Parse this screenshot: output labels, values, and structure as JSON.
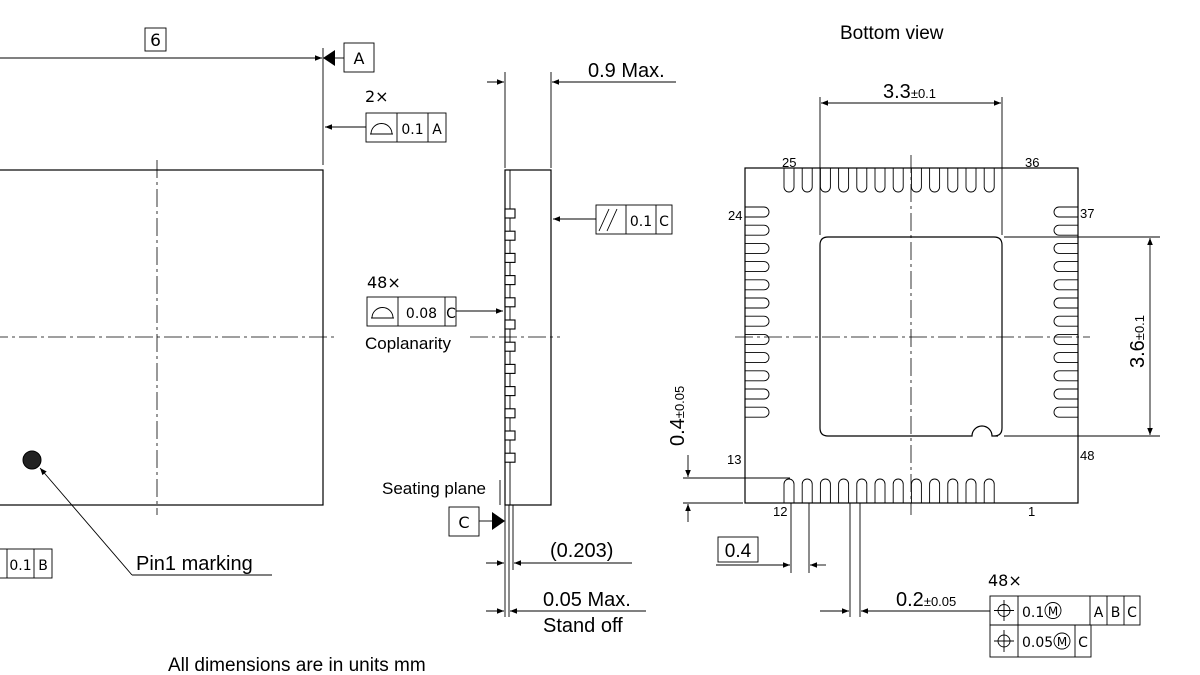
{
  "notes": {
    "units": "All dimensions are in units mm",
    "bottom_view_title": "Bottom view",
    "pin1_marking": "Pin1 marking",
    "coplanarity": "Coplanarity",
    "seating_plane": "Seating plane",
    "stand_off": "Stand off"
  },
  "dimensions": {
    "width": "6",
    "height_max": "0.9 Max.",
    "ref_dim": "(0.203)",
    "standoff_max": "0.05 Max.",
    "pad_w_main": "3.3",
    "pad_w_tol": "±0.1",
    "pad_h_main": "3.6",
    "pad_h_tol": "±0.1",
    "pin_len_main": "0.4",
    "pin_len_tol": "±0.05",
    "pitch": "0.4",
    "pin_w_main": "0.2",
    "pin_w_tol": "±0.05"
  },
  "datums": {
    "a": "A",
    "c": "C"
  },
  "tolerances": {
    "profile_a_count": "2×",
    "profile_a_value": "0.1",
    "profile_a_datum": "A",
    "parallel_value": "0.1",
    "parallel_datum": "C",
    "coplanar_count": "48×",
    "coplanar_value": "0.08",
    "coplanar_datum": "C",
    "profile_b_value": "0.1",
    "profile_b_datum": "B",
    "position_count": "48×",
    "position_value1": "0.1",
    "position_datums1": [
      "A",
      "B",
      "C"
    ],
    "position_value2": "0.05",
    "position_datum2": "C"
  },
  "pins": {
    "p25": "25",
    "p36": "36",
    "p24": "24",
    "p37": "37",
    "p13": "13",
    "p48": "48",
    "p12": "12",
    "p1": "1"
  }
}
